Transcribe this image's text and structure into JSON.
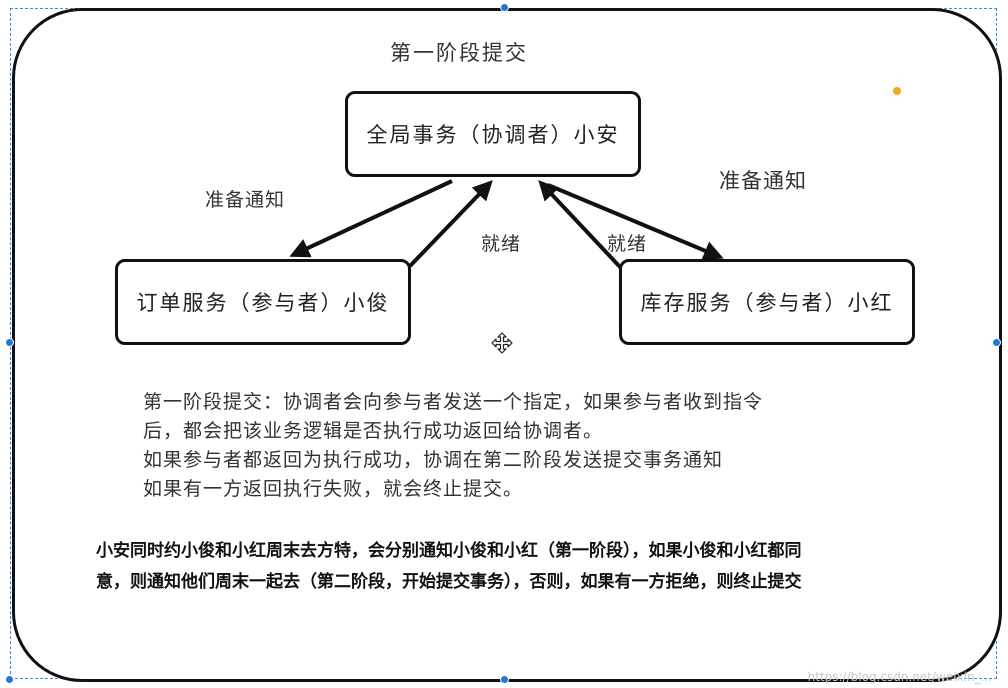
{
  "diagram": {
    "title": "第一阶段提交",
    "nodes": {
      "coordinator": "全局事务（协调者）小安",
      "order_service": "订单服务（参与者）小俊",
      "inventory_service": "库存服务（参与者）小红"
    },
    "edge_labels": {
      "prepare_left": "准备通知",
      "prepare_right": "准备通知",
      "ready_left": "就绪",
      "ready_right": "就绪"
    }
  },
  "description": {
    "lines": [
      "第一阶段提交：协调者会向参与者发送一个指定，如果参与者收到指令",
      "后，都会把该业务逻辑是否执行成功返回给协调者。",
      "如果参与者都返回为执行成功，协调在第二阶段发送提交事务通知",
      "如果有一方返回执行失败，就会终止提交。"
    ]
  },
  "analogy": {
    "lines": [
      "小安同时约小俊和小红周末去方特，会分别通知小俊和小红（第一阶段），如果小俊和小红都同",
      "意，则通知他们周末一起去（第二阶段，开始提交事务），否则，如果有一方拒绝，则终止提交"
    ]
  },
  "watermark": "https://blog.csdn.net/weixin_...",
  "colors": {
    "stroke": "#111111",
    "selection": "#1e7ad6",
    "rotate_handle": "#f5a623"
  },
  "icons": {
    "move_cursor": "move-icon"
  }
}
